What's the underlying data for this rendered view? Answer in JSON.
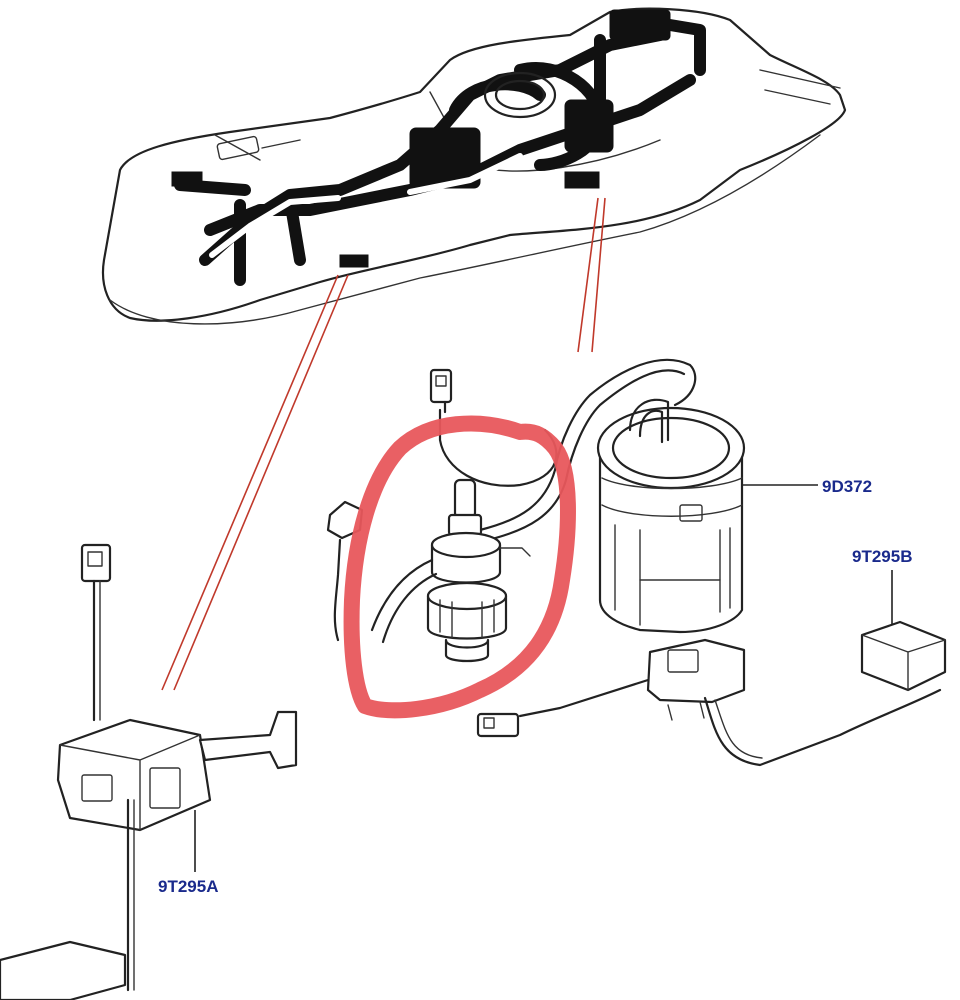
{
  "diagram": {
    "parts": [
      {
        "id": "fuel-pump-module",
        "label": "9D372"
      },
      {
        "id": "fuel-level-sensor-right",
        "label": "9T295B"
      },
      {
        "id": "fuel-level-sensor-left",
        "label": "9T295A"
      }
    ],
    "annotation": {
      "shape": "hand-drawn circle",
      "color": "#e8575c",
      "target": "fuel-pump"
    },
    "colors": {
      "label": "#1a2a8c",
      "leader": "#c0392b",
      "line": "#222222"
    }
  }
}
